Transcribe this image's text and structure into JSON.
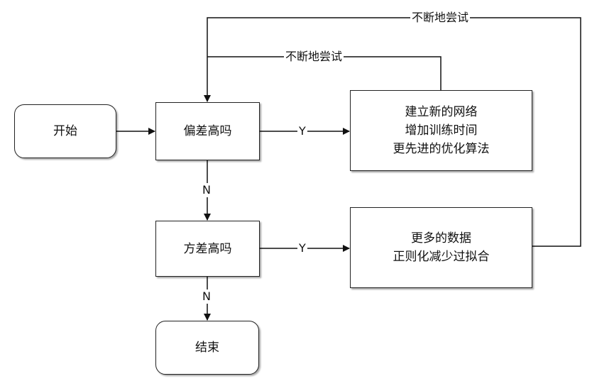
{
  "nodes": {
    "start": "开始",
    "bias_check": "偏差高吗",
    "variance_check": "方差高吗",
    "end": "结束",
    "bias_fix": [
      "建立新的网络",
      "增加训练时间",
      "更先进的优化算法"
    ],
    "variance_fix": [
      "更多的数据",
      "正则化减少过拟合"
    ]
  },
  "edges": {
    "yes": "Y",
    "no": "N",
    "retry_inner": "不断地尝试",
    "retry_outer": "不断地尝试"
  }
}
